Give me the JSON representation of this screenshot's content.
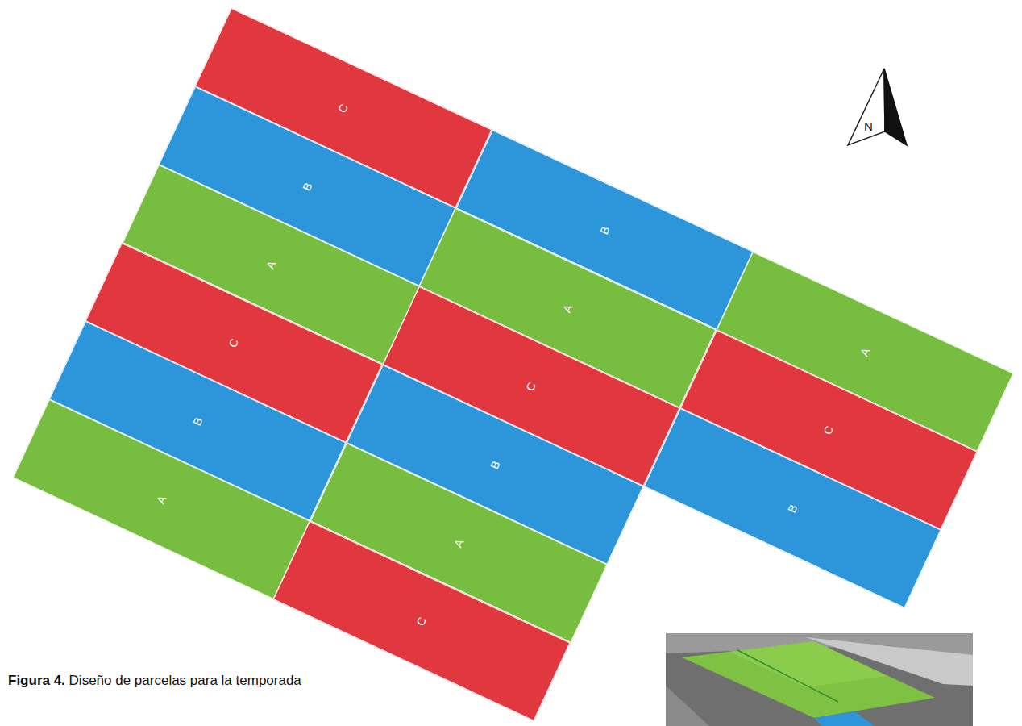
{
  "diagram": {
    "caption": "Figura 4. Diseño de parcelas para la temporada",
    "nodes": [
      {
        "text": [
          "C"
        ]
      },
      {
        "text": [
          "B"
        ]
      },
      {
        "text": [
          "A"
        ]
      },
      {
        "text": [
          "C"
        ]
      },
      {
        "text": [
          "B"
        ]
      },
      {
        "text": [
          "A"
        ]
      },
      {
        "text": [
          "B"
        ]
      },
      {
        "text": [
          "A"
        ]
      },
      {
        "text": [
          "C"
        ]
      },
      {
        "text": [
          "B"
        ]
      },
      {
        "text": [
          "A"
        ]
      },
      {
        "text": [
          "C"
        ]
      },
      {
        "text": [
          "A"
        ]
      },
      {
        "text": [
          "C"
        ]
      },
      {
        "text": [
          "B"
        ]
      }
    ],
    "labels": [
      "N"
    ]
  }
}
